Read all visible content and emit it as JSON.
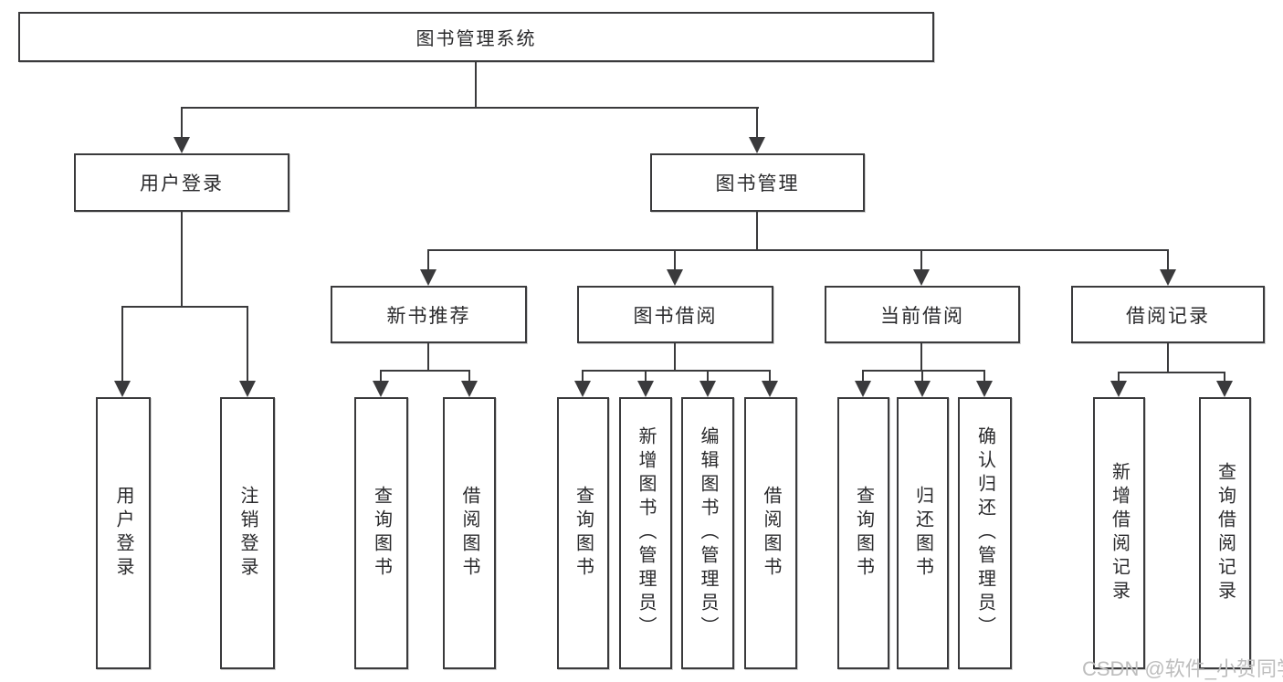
{
  "diagram": {
    "root": {
      "label": "图书管理系统"
    },
    "branches": [
      {
        "label": "用户登录",
        "children": [
          {
            "label": "用户登录"
          },
          {
            "label": "注销登录"
          }
        ]
      },
      {
        "label": "图书管理",
        "children": [
          {
            "label": "新书推荐",
            "children": [
              {
                "label": "查询图书"
              },
              {
                "label": "借阅图书"
              }
            ]
          },
          {
            "label": "图书借阅",
            "children": [
              {
                "label": "查询图书"
              },
              {
                "label": "新增图书（管理员）"
              },
              {
                "label": "编辑图书（管理员）"
              },
              {
                "label": "借阅图书"
              }
            ]
          },
          {
            "label": "当前借阅",
            "children": [
              {
                "label": "查询图书"
              },
              {
                "label": "归还图书"
              },
              {
                "label": "确认归还（管理员）"
              }
            ]
          },
          {
            "label": "借阅记录",
            "children": [
              {
                "label": "新增借阅记录"
              },
              {
                "label": "查询借阅记录"
              }
            ]
          }
        ]
      }
    ]
  },
  "watermark": {
    "text": "CSDN @软件_小贺同学"
  },
  "colors": {
    "line": "#3a3a3c",
    "text": "#2a2a2c",
    "watermark": "#bdbdbd",
    "background": "#ffffff"
  }
}
